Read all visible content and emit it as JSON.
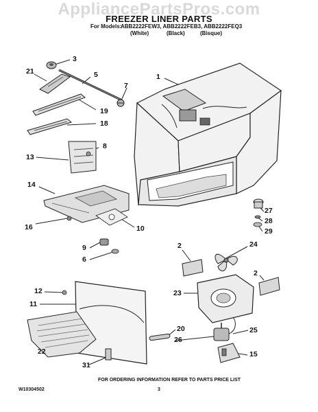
{
  "watermark": "AppliancePartsPros.com",
  "title": "FREEZER LINER PARTS",
  "models": {
    "prefix": "For Models:",
    "list": "ABB2222FEW3, ABB2222FEB3, ABB2222FEQ3",
    "colors": [
      "(White)",
      "(Black)",
      "(Bisque)"
    ]
  },
  "callouts": [
    "3",
    "5",
    "21",
    "7",
    "19",
    "18",
    "8",
    "13",
    "1",
    "14",
    "16",
    "10",
    "9",
    "6",
    "27",
    "28",
    "29",
    "2",
    "24",
    "12",
    "11",
    "2",
    "23",
    "22",
    "20",
    "26",
    "25",
    "31",
    "15"
  ],
  "footer": {
    "note": "FOR ORDERING INFORMATION REFER TO PARTS PRICE LIST",
    "doc_number": "W10304502",
    "page": "3"
  }
}
